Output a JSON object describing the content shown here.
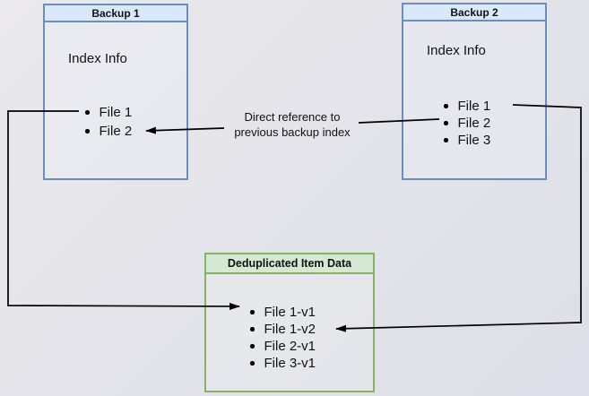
{
  "backup1": {
    "title": "Backup 1",
    "subtitle": "Index Info",
    "files": [
      "File 1",
      "File 2"
    ]
  },
  "backup2": {
    "title": "Backup 2",
    "subtitle": "Index Info",
    "files": [
      "File 1",
      "File 2",
      "File 3"
    ]
  },
  "dedup": {
    "title": "Deduplicated Item Data",
    "files": [
      "File 1-v1",
      "File 1-v2",
      "File 2-v1",
      "File 3-v1"
    ]
  },
  "annotation": {
    "line1": "Direct reference to",
    "line2": "previous backup index"
  },
  "colors": {
    "blue_header_fill": "#dae8fc",
    "blue_border": "#6c8ebf",
    "green_header_fill": "#d5e8d4",
    "green_border": "#82b366",
    "arrow": "#000000",
    "text": "#111111"
  }
}
